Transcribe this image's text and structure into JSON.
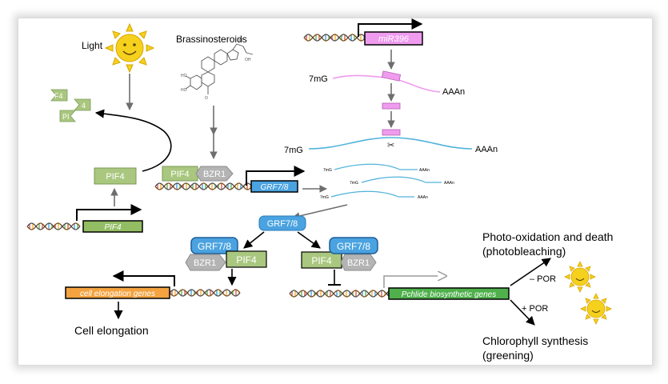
{
  "inputs": {
    "light": "Light",
    "hormone": "Brassinosteroids"
  },
  "mirna": {
    "gene": "miR396",
    "cap": "7mG",
    "tail": "AAAn"
  },
  "proteins": {
    "pif4": "PIF4",
    "bzr1": "BZR1",
    "grf": "GRF7/8"
  },
  "genes": {
    "pif4": "PIF4",
    "grf": "GRF7/8",
    "elong": "cell elongation genes",
    "pchlide": "Pchlide biosynthetic genes"
  },
  "degraded_fragments": [
    "F4",
    "4",
    "PI"
  ],
  "target_mrna": {
    "cap": "7mG",
    "tail": "AAAn",
    "copies": 3
  },
  "outcomes": {
    "elongation": "Cell elongation",
    "photo_line1": "Photo-oxidation and death",
    "photo_line2": "(photobleaching)",
    "chloro_line1": "Chlorophyll synthesis",
    "chloro_line2": "(greening)",
    "minus_por": "– POR",
    "plus_por": "+ POR"
  },
  "colors": {
    "pif4_green": "#a9c77f",
    "pif4_gene": "#93bd63",
    "bzr1_gray": "#b4b4b4",
    "grf_blue": "#4aa3e0",
    "mir_pink": "#ef9bee",
    "mrna_blue": "#52b4da",
    "elong_orange": "#f4a340",
    "pchlide_green": "#4fb04c",
    "sun": "#f5d11e"
  }
}
